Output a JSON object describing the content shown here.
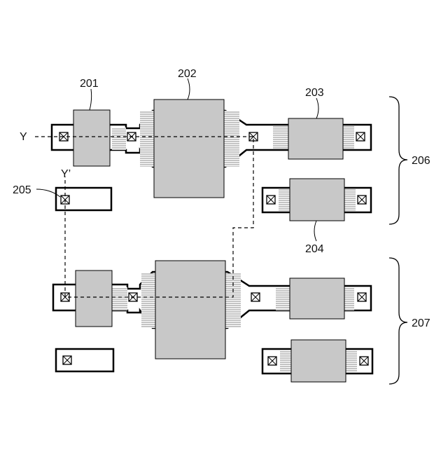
{
  "labels": {
    "ref_201": "201",
    "ref_202": "202",
    "ref_203": "203",
    "ref_204": "204",
    "ref_205": "205",
    "ref_206": "206",
    "ref_207": "207",
    "cut_start": "Y",
    "cut_end": "Y’"
  },
  "colors": {
    "outline": "#000000",
    "gate_fill": "#c8c8c8",
    "hatch_line": "#8a8a8a",
    "background": "#ffffff"
  },
  "icons": {
    "contact": "contact-crossed-square-icon",
    "brace": "right-curly-brace"
  }
}
